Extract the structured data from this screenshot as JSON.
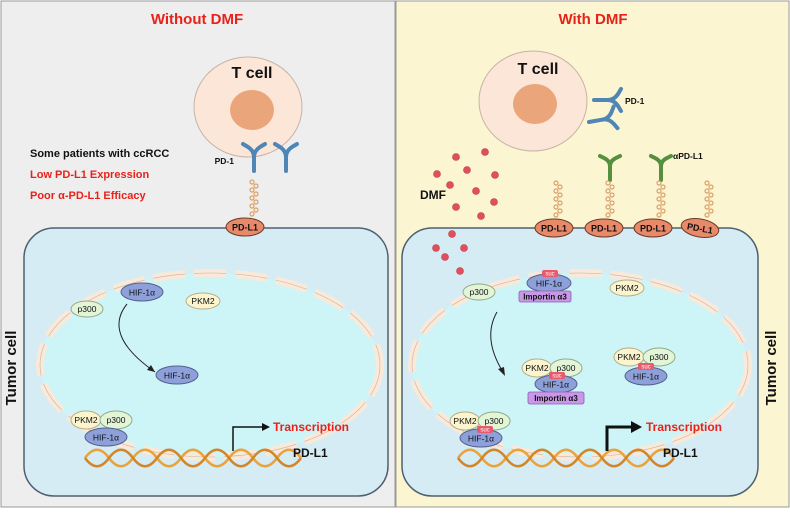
{
  "panels": {
    "left_title": "Without DMF",
    "right_title": "With DMF"
  },
  "labels": {
    "t_cell": "T cell",
    "tumor_cell": "Tumor cell",
    "pd1": "PD-1",
    "pdl1": "PD-L1",
    "apdl1": "αPD-L1",
    "dmf": "DMF",
    "hif": "HIF-1α",
    "p300": "p300",
    "pkm2": "PKM2",
    "suc": "suc",
    "importin": "Importin α3",
    "transcription": "Transcription"
  },
  "notes": {
    "line1": "Some patients with ccRCC",
    "line2": "Low PD-L1 Expression",
    "line3": "Poor α-PD-L1 Efficacy"
  },
  "colors": {
    "left_bg": "#eeeeee",
    "right_bg": "#fbf5d2",
    "title_red": "#e8221a",
    "cell_fill": "#d6ecf4",
    "nucleus_fill": "#cdf5f8",
    "tcell_fill": "#fbe6d8",
    "tcell_nucleus": "#eba57a",
    "pd1_blue": "#4f86b5",
    "antibody_green": "#55903e",
    "pdl1_fill": "#e8896a",
    "hif_fill": "#8da0da",
    "p300_fill": "#e2f5d6",
    "pkm2_fill": "#fbf5cf",
    "suc_fill": "#e95a6d",
    "importin_fill": "#c997e8",
    "dmf_dot": "#e0505c"
  }
}
